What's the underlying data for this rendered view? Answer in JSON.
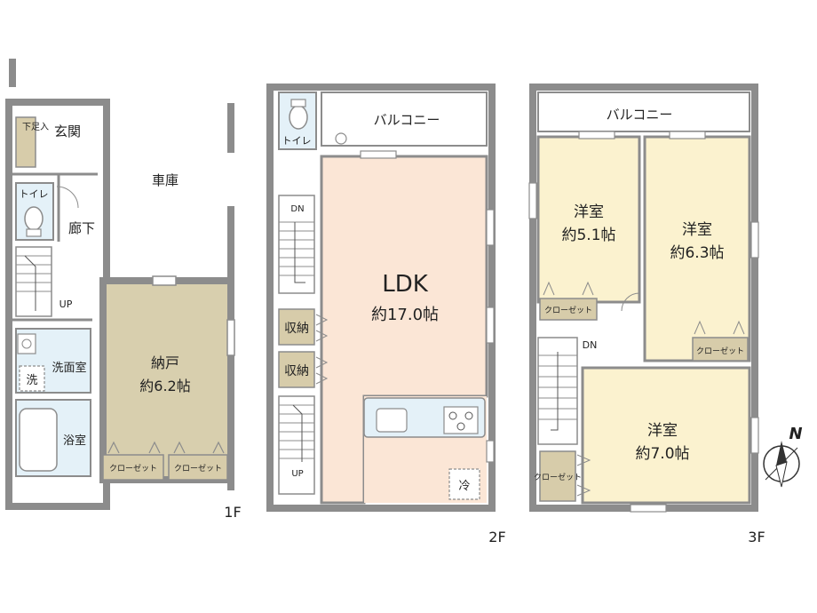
{
  "colors": {
    "wall": "#8c8c8c",
    "wall_dark": "#6f6f6f",
    "ldk": "#fbe6d6",
    "bedroom": "#fbf2cf",
    "storage": "#d8cfae",
    "wet": "#e4f1f8",
    "floor": "#ffffff",
    "closet": "#d7ccaa"
  },
  "floors": {
    "f1": {
      "label": "1F",
      "rooms": {
        "entrance": "玄関",
        "shoe": "下足入",
        "toilet": "トイレ",
        "hall": "廊下",
        "garage": "車庫",
        "up": "UP",
        "washroom": "洗面室",
        "washer": "洗",
        "bath": "浴室",
        "storage_name": "納戸",
        "storage_size": "約6.2帖",
        "closet1": "クローゼット",
        "closet2": "クローゼット"
      }
    },
    "f2": {
      "label": "2F",
      "rooms": {
        "toilet": "トイレ",
        "balcony": "バルコニー",
        "dn": "DN",
        "up": "UP",
        "ldk_name": "LDK",
        "ldk_size": "約17.0帖",
        "storage1": "収納",
        "storage2": "収納",
        "fridge": "冷"
      }
    },
    "f3": {
      "label": "3F",
      "rooms": {
        "balcony": "バルコニー",
        "room1_name": "洋室",
        "room1_size": "約5.1帖",
        "room2_name": "洋室",
        "room2_size": "約6.3帖",
        "room3_name": "洋室",
        "room3_size": "約7.0帖",
        "closet1": "クローゼット",
        "closet2": "クローゼット",
        "closet3": "クローゼット",
        "dn": "DN"
      }
    }
  },
  "compass": {
    "north": "N"
  }
}
